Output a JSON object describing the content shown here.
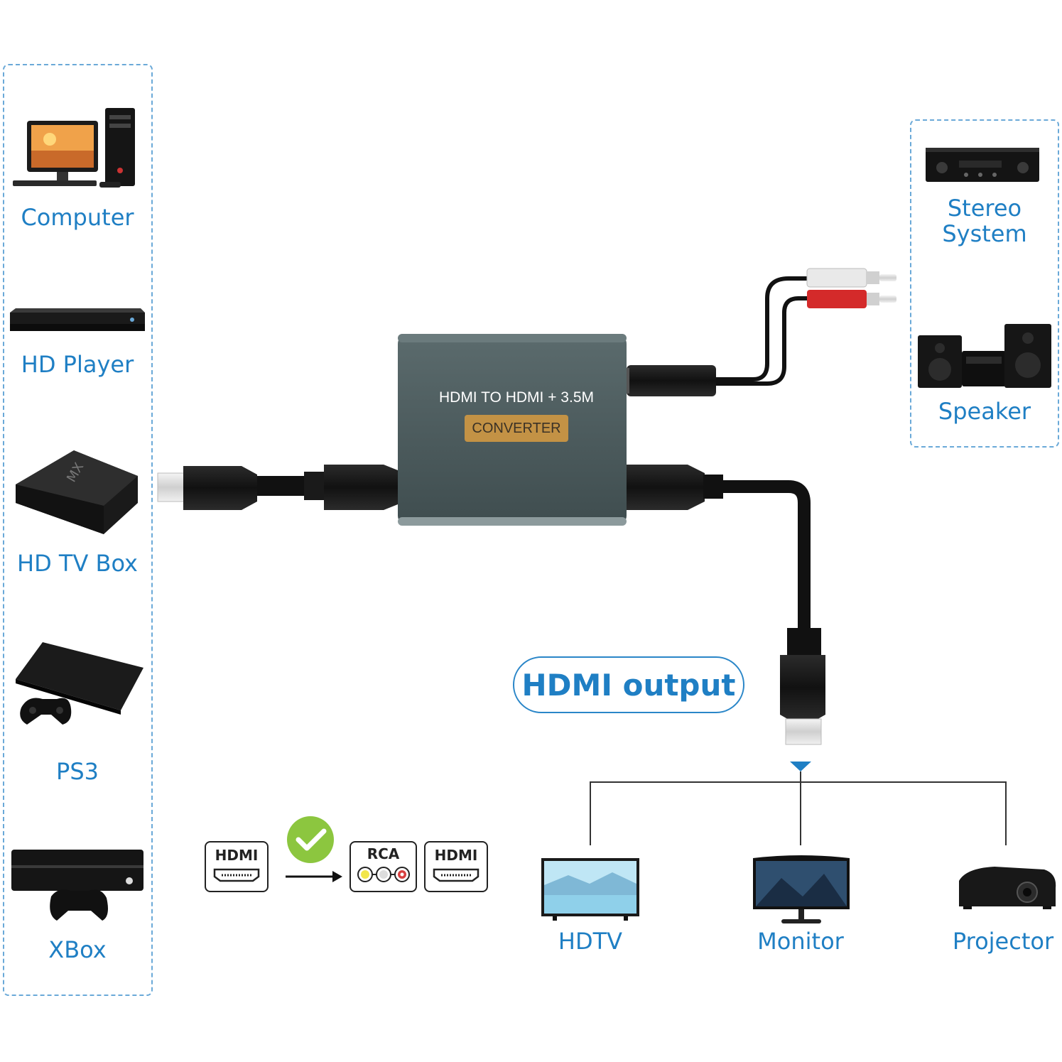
{
  "inputs": [
    {
      "label": "Computer",
      "icon": "computer-icon"
    },
    {
      "label": "HD Player",
      "icon": "hd-player-icon"
    },
    {
      "label": "HD TV Box",
      "icon": "tv-box-icon"
    },
    {
      "label": "PS3",
      "icon": "ps3-icon"
    },
    {
      "label": "XBox",
      "icon": "xbox-icon"
    }
  ],
  "audio_devices": [
    {
      "label_line1": "Stereo",
      "label_line2": "System",
      "icon": "stereo-system-icon"
    },
    {
      "label": "Speaker",
      "icon": "speaker-icon"
    }
  ],
  "converter": {
    "title": "HDMI TO HDMI + 3.5M",
    "badge": "CONVERTER",
    "body_color": "#4a5a5c",
    "badge_color": "#c39245"
  },
  "output_label": "HDMI output",
  "outputs": [
    {
      "label": "HDTV",
      "icon": "hdtv-icon"
    },
    {
      "label": "Monitor",
      "icon": "monitor-icon"
    },
    {
      "label": "Projector",
      "icon": "projector-icon"
    }
  ],
  "legend": {
    "from_port": "HDMI",
    "to_ports": [
      "RCA",
      "HDMI"
    ],
    "check_color": "#8cc63f"
  },
  "colors": {
    "accent": "#1f7fc4",
    "panel_border": "#6aa9d8"
  }
}
